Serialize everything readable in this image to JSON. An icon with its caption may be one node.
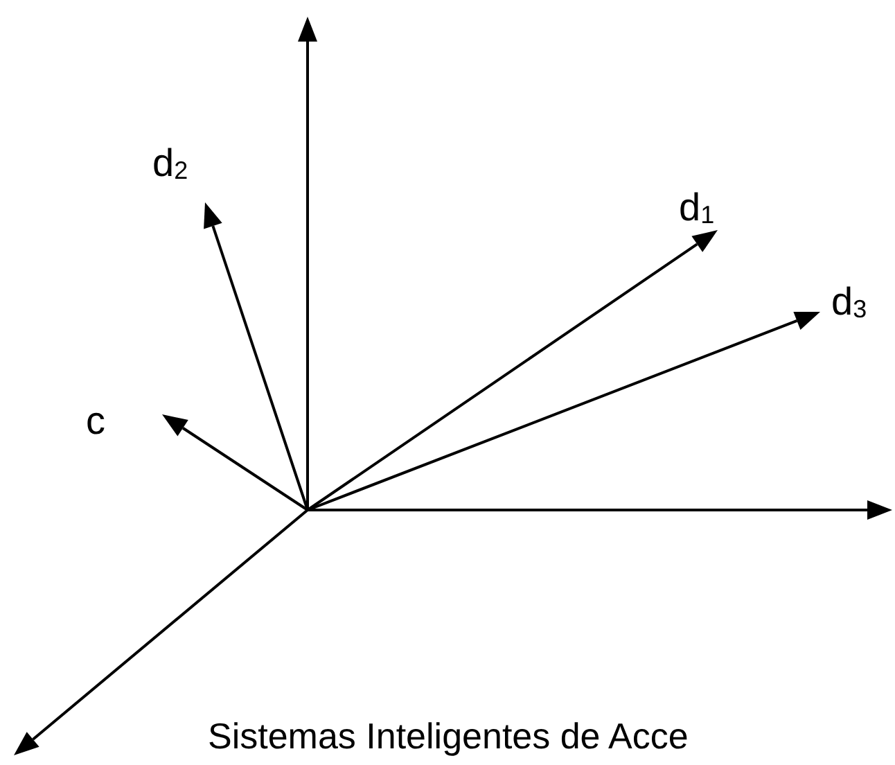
{
  "diagram": {
    "caption": "Sistemas Inteligentes de Acce",
    "labels": [
      "d$_{2}$",
      "d$_{1}$",
      "d$_{3}$",
      "c"
    ]
  }
}
